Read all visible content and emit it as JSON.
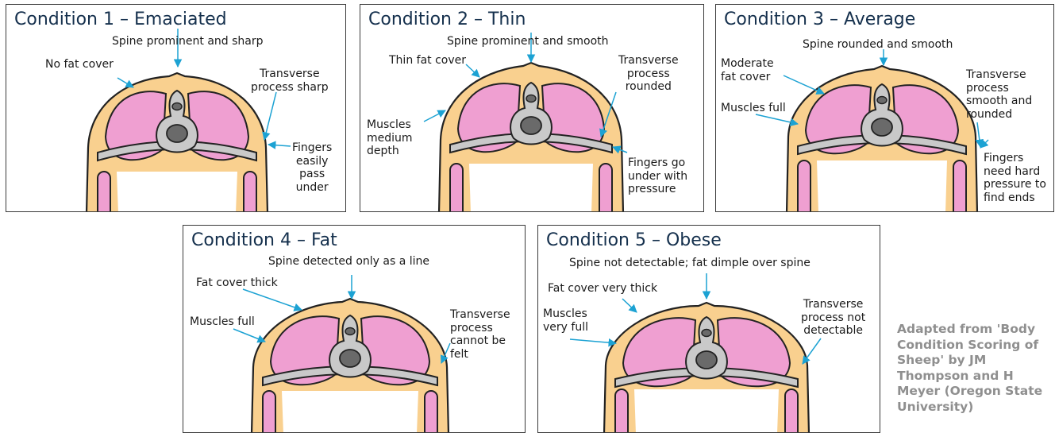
{
  "colors": {
    "fat": "#f9d08f",
    "muscle": "#ef9fd1",
    "bone": "#c9c9c9",
    "bone_dark": "#6a6a6a",
    "arrow": "#1ca2d3",
    "outline": "#222222",
    "title": "#15304d",
    "credit": "#8f8f8f"
  },
  "panels": [
    {
      "title": "Condition 1 – Emaciated",
      "labels": [
        "Spine prominent and sharp",
        "No fat cover",
        "Transverse\nprocess sharp",
        "Fingers\neasily\npass\nunder"
      ]
    },
    {
      "title": "Condition 2 – Thin",
      "labels": [
        "Spine prominent and smooth",
        "Thin fat cover",
        "Transverse\nprocess\nrounded",
        "Muscles\nmedium\ndepth",
        "Fingers go\nunder with\npressure"
      ]
    },
    {
      "title": "Condition 3 – Average",
      "labels": [
        "Spine rounded and smooth",
        "Moderate\nfat cover",
        "Transverse\nprocess\nsmooth and\nrounded",
        "Muscles full",
        "Fingers\nneed hard\npressure to\nfind ends"
      ]
    },
    {
      "title": "Condition 4 – Fat",
      "labels": [
        "Spine detected only as a line",
        "Fat cover thick",
        "Muscles full",
        "Transverse\nprocess\ncannot be\nfelt"
      ]
    },
    {
      "title": "Condition 5 – Obese",
      "labels": [
        "Spine not detectable; fat dimple over spine",
        "Fat cover very thick",
        "Muscles\nvery full",
        "Transverse\nprocess not\ndetectable"
      ]
    }
  ],
  "credit": "Adapted from 'Body Condition Scoring of Sheep' by JM Thompson and H Meyer (Oregon State University)"
}
